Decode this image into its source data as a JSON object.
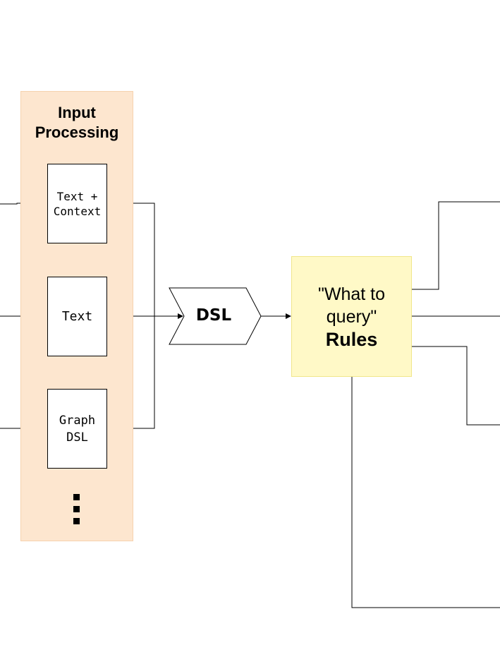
{
  "input_panel": {
    "title": "Input\nProcessing",
    "fill_color": "#fde6cf",
    "items": [
      {
        "label": "Text +\nContext"
      },
      {
        "label": "Text"
      },
      {
        "label": "Graph\nDSL"
      }
    ]
  },
  "dsl_node": {
    "label": "DSL"
  },
  "rules_node": {
    "line1": "\"What to",
    "line2": "query\"",
    "line3": "Rules",
    "fill_color": "#fff9c7"
  }
}
